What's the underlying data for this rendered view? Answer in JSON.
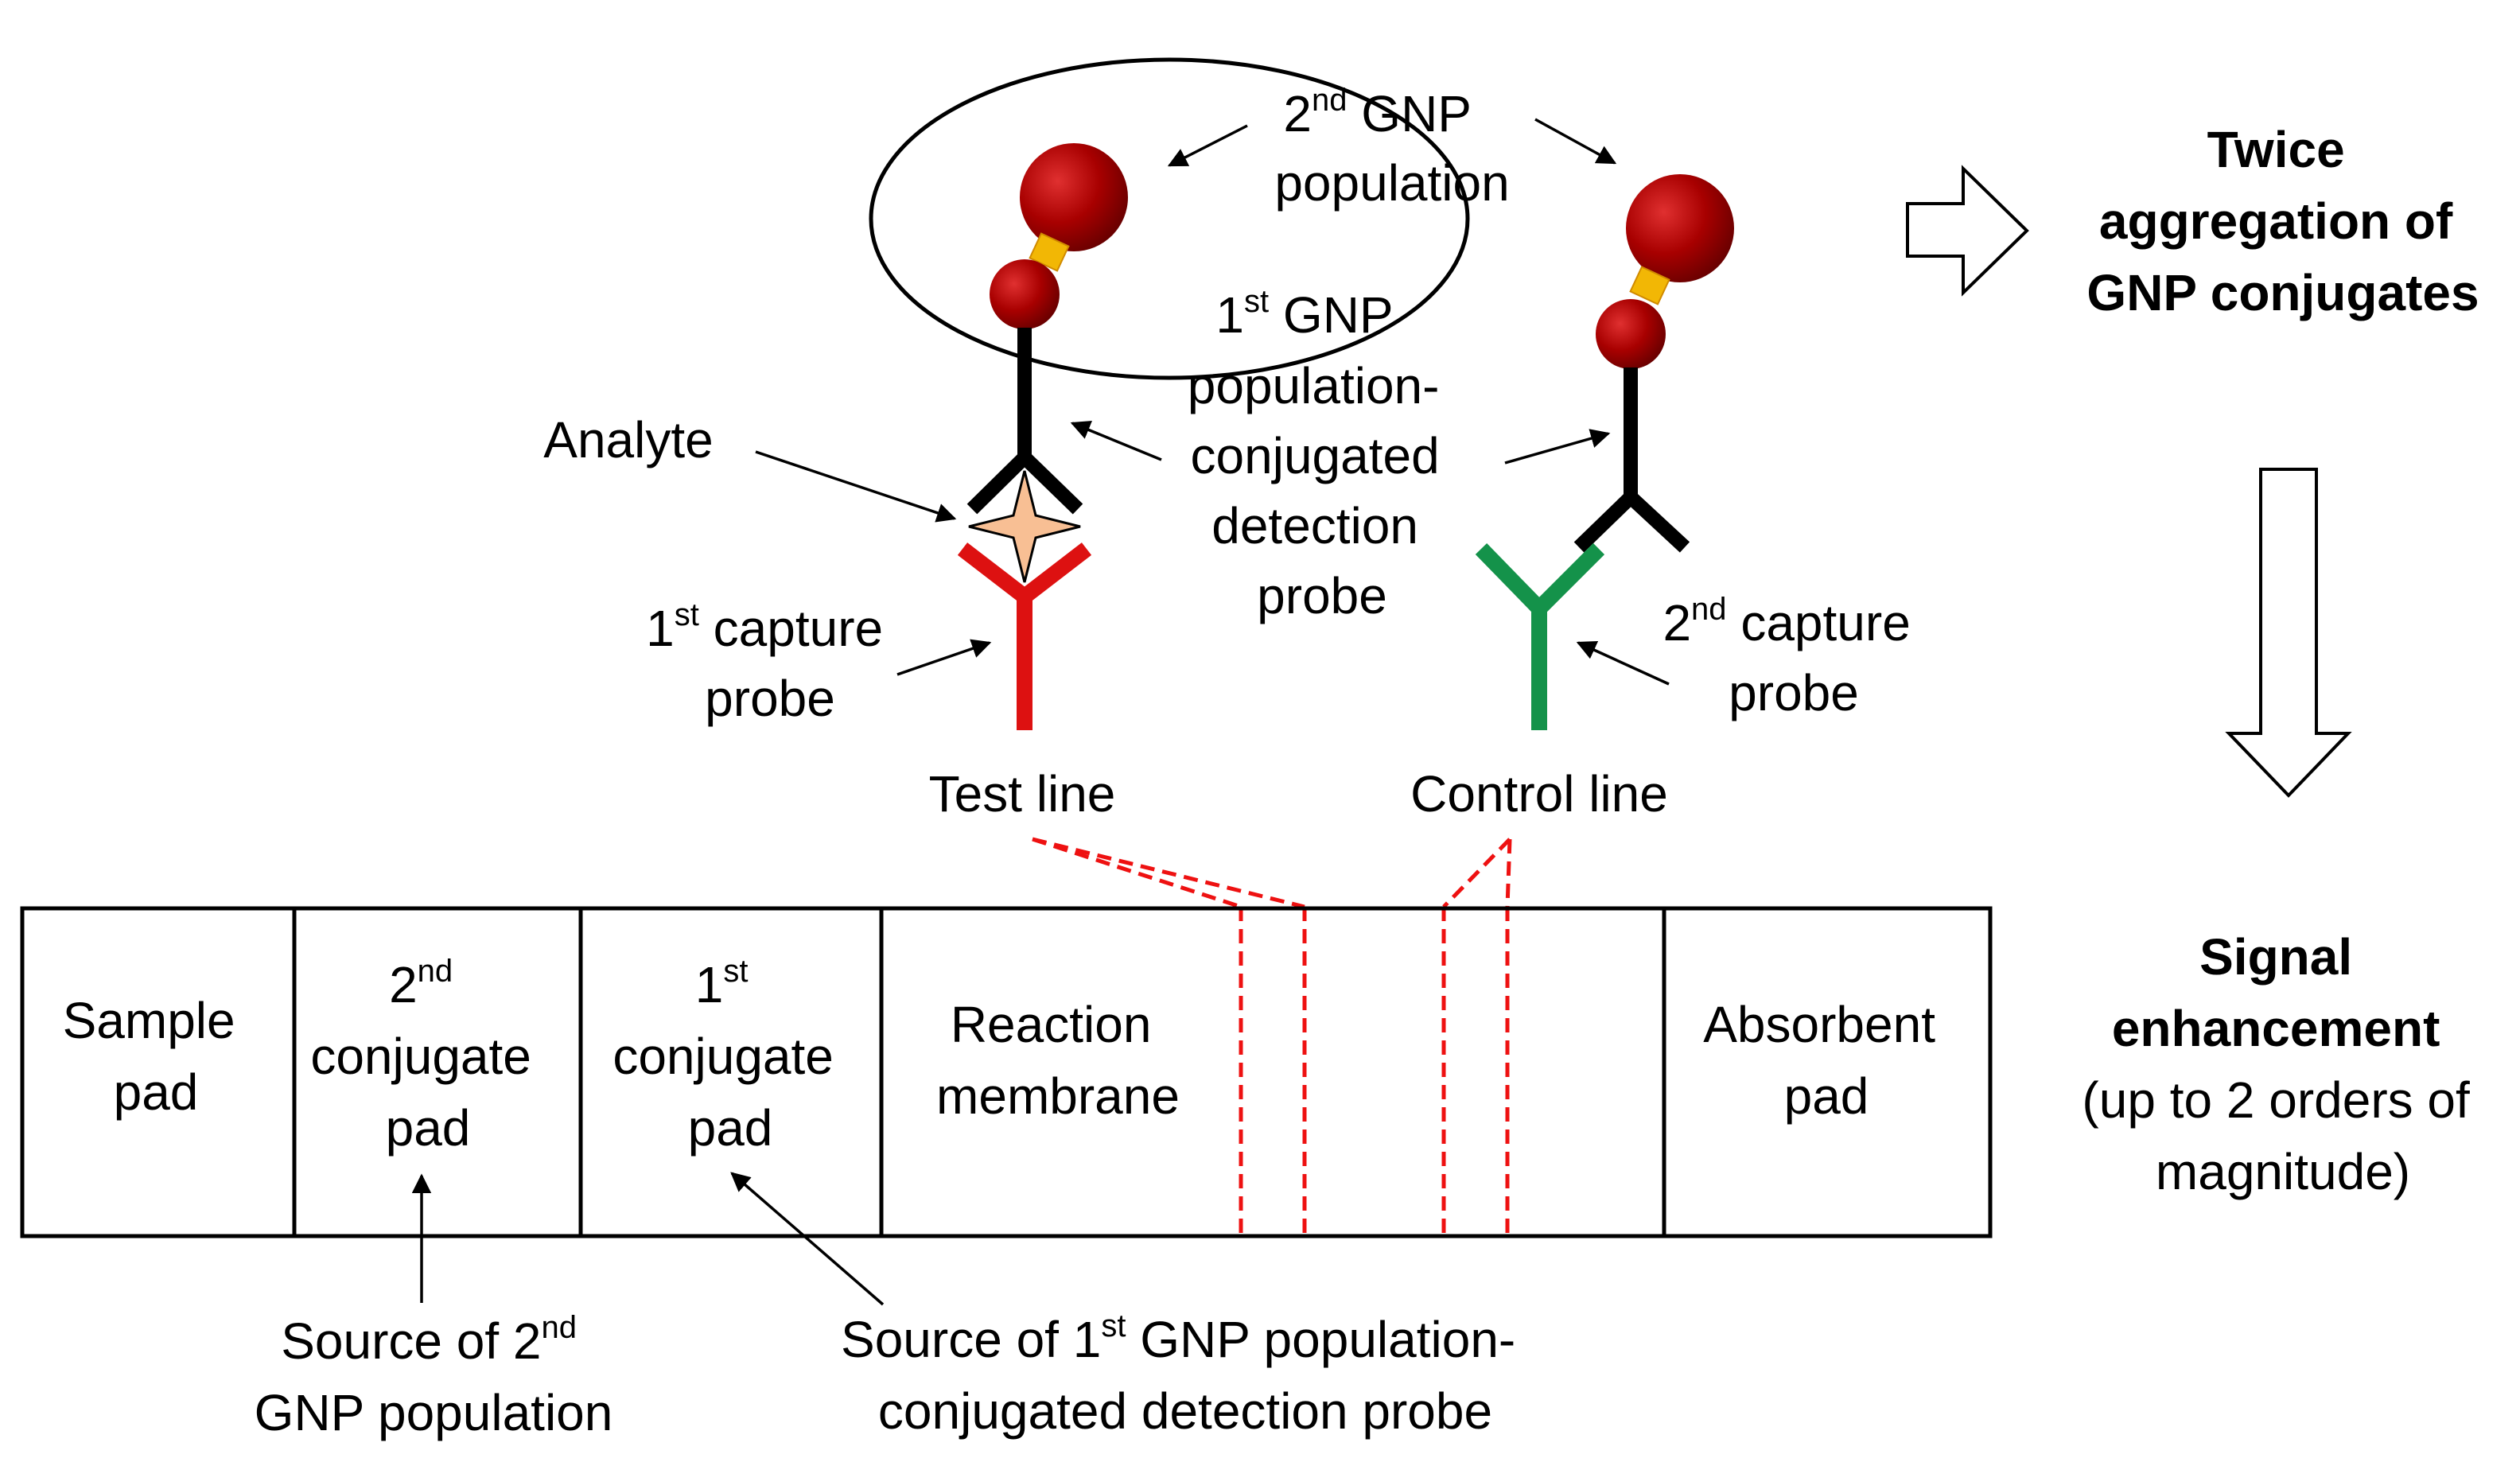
{
  "top": {
    "second_gnp_1": "2",
    "second_gnp_sup": "nd",
    "second_gnp_2": " GNP",
    "second_gnp_3": "population",
    "first_gnp_1": "1",
    "first_gnp_sup": "st",
    "first_gnp_2": " GNP",
    "detection_1": "population-",
    "detection_2": "conjugated",
    "detection_3": "detection",
    "detection_4": "probe",
    "analyte": "Analyte",
    "cap1_1": "1",
    "cap1_sup": "st",
    "cap1_2": " capture",
    "cap1_3": "probe",
    "cap2_1": "2",
    "cap2_sup": "nd",
    "cap2_2": " capture",
    "cap2_3": "probe",
    "test_line": "Test line",
    "control_line": "Control line"
  },
  "right": {
    "twice_1": "Twice",
    "twice_2": "aggregation of",
    "twice_3": "GNP conjugates",
    "signal_1": "Signal",
    "signal_2": "enhancement",
    "signal_3": "(up to 2 orders of",
    "signal_4": "magnitude)"
  },
  "strip": {
    "sample_1": "Sample",
    "sample_2": "pad",
    "conj2_1": "2",
    "conj2_sup": "nd",
    "conj2_2": "conjugate",
    "conj2_3": "pad",
    "conj1_1": "1",
    "conj1_sup": "st",
    "conj1_2": "conjugate",
    "conj1_3": "pad",
    "reaction_1": "Reaction",
    "reaction_2": "membrane",
    "absorbent_1": "Absorbent",
    "absorbent_2": "pad"
  },
  "bottom": {
    "src2_1": "Source of 2",
    "src2_sup": "nd",
    "src2_2": "GNP population",
    "src1_1": "Source of 1",
    "src1_sup": "st",
    "src1_2": " GNP population-",
    "src1_3": "conjugated detection probe"
  },
  "colors": {
    "gnp": "#a80000",
    "linker": "#f2b705",
    "first_capture": "#dd1111",
    "second_capture": "#14924a",
    "analyte": "#f8bf94",
    "dashed": "#ee1111"
  }
}
